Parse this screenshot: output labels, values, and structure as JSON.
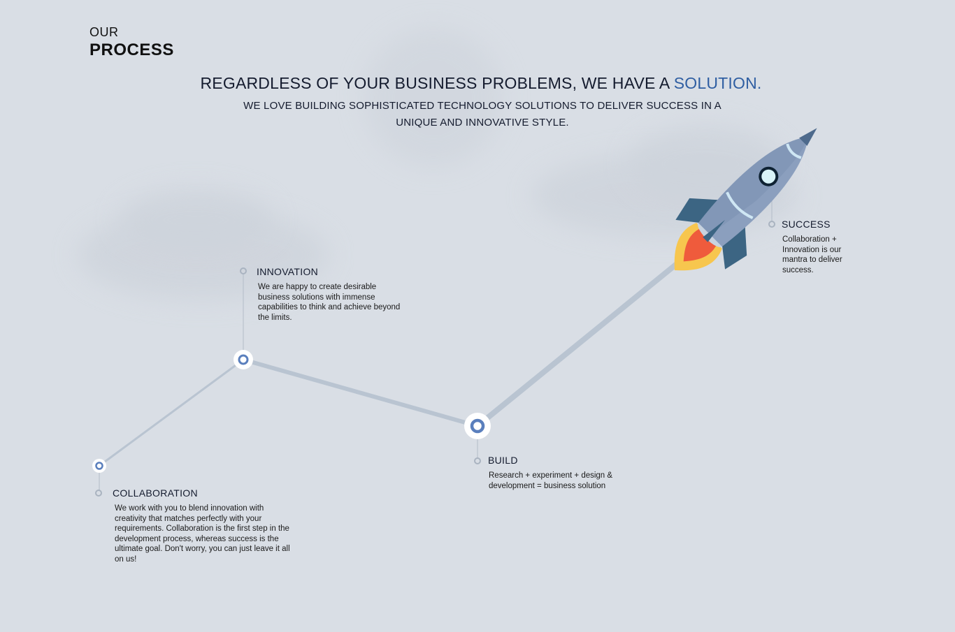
{
  "section": {
    "line1": "OUR",
    "line2": "PROCESS"
  },
  "headline": {
    "main": "REGARDLESS OF YOUR BUSINESS PROBLEMS, WE HAVE A ",
    "accent": "SOLUTION."
  },
  "subheadline": "WE LOVE BUILDING SOPHISTICATED TECHNOLOGY SOLUTIONS TO DELIVER SUCCESS IN A UNIQUE AND INNOVATIVE STYLE.",
  "steps": [
    {
      "title": "COLLABORATION",
      "description": "We work with you to blend innovation with creativity that matches perfectly with your requirements. Collaboration is the first step in the development process, whereas success is the ultimate goal. Don't worry, you can just leave it all on us!"
    },
    {
      "title": "INNOVATION",
      "description": "We are happy to create desirable business solutions with immense capabilities to think and achieve beyond the limits."
    },
    {
      "title": "BUILD",
      "description": "Research + experiment + design & development = business solution"
    },
    {
      "title": "SUCCESS",
      "description": "Collaboration + Innovation is our mantra to deliver success."
    }
  ],
  "colors": {
    "background": "#d9dee5",
    "accent": "#2f5ea2",
    "path": "#b9c4d1",
    "node": "#5a7fbd"
  },
  "icons": [
    "rocket-icon",
    "flame-icon"
  ]
}
